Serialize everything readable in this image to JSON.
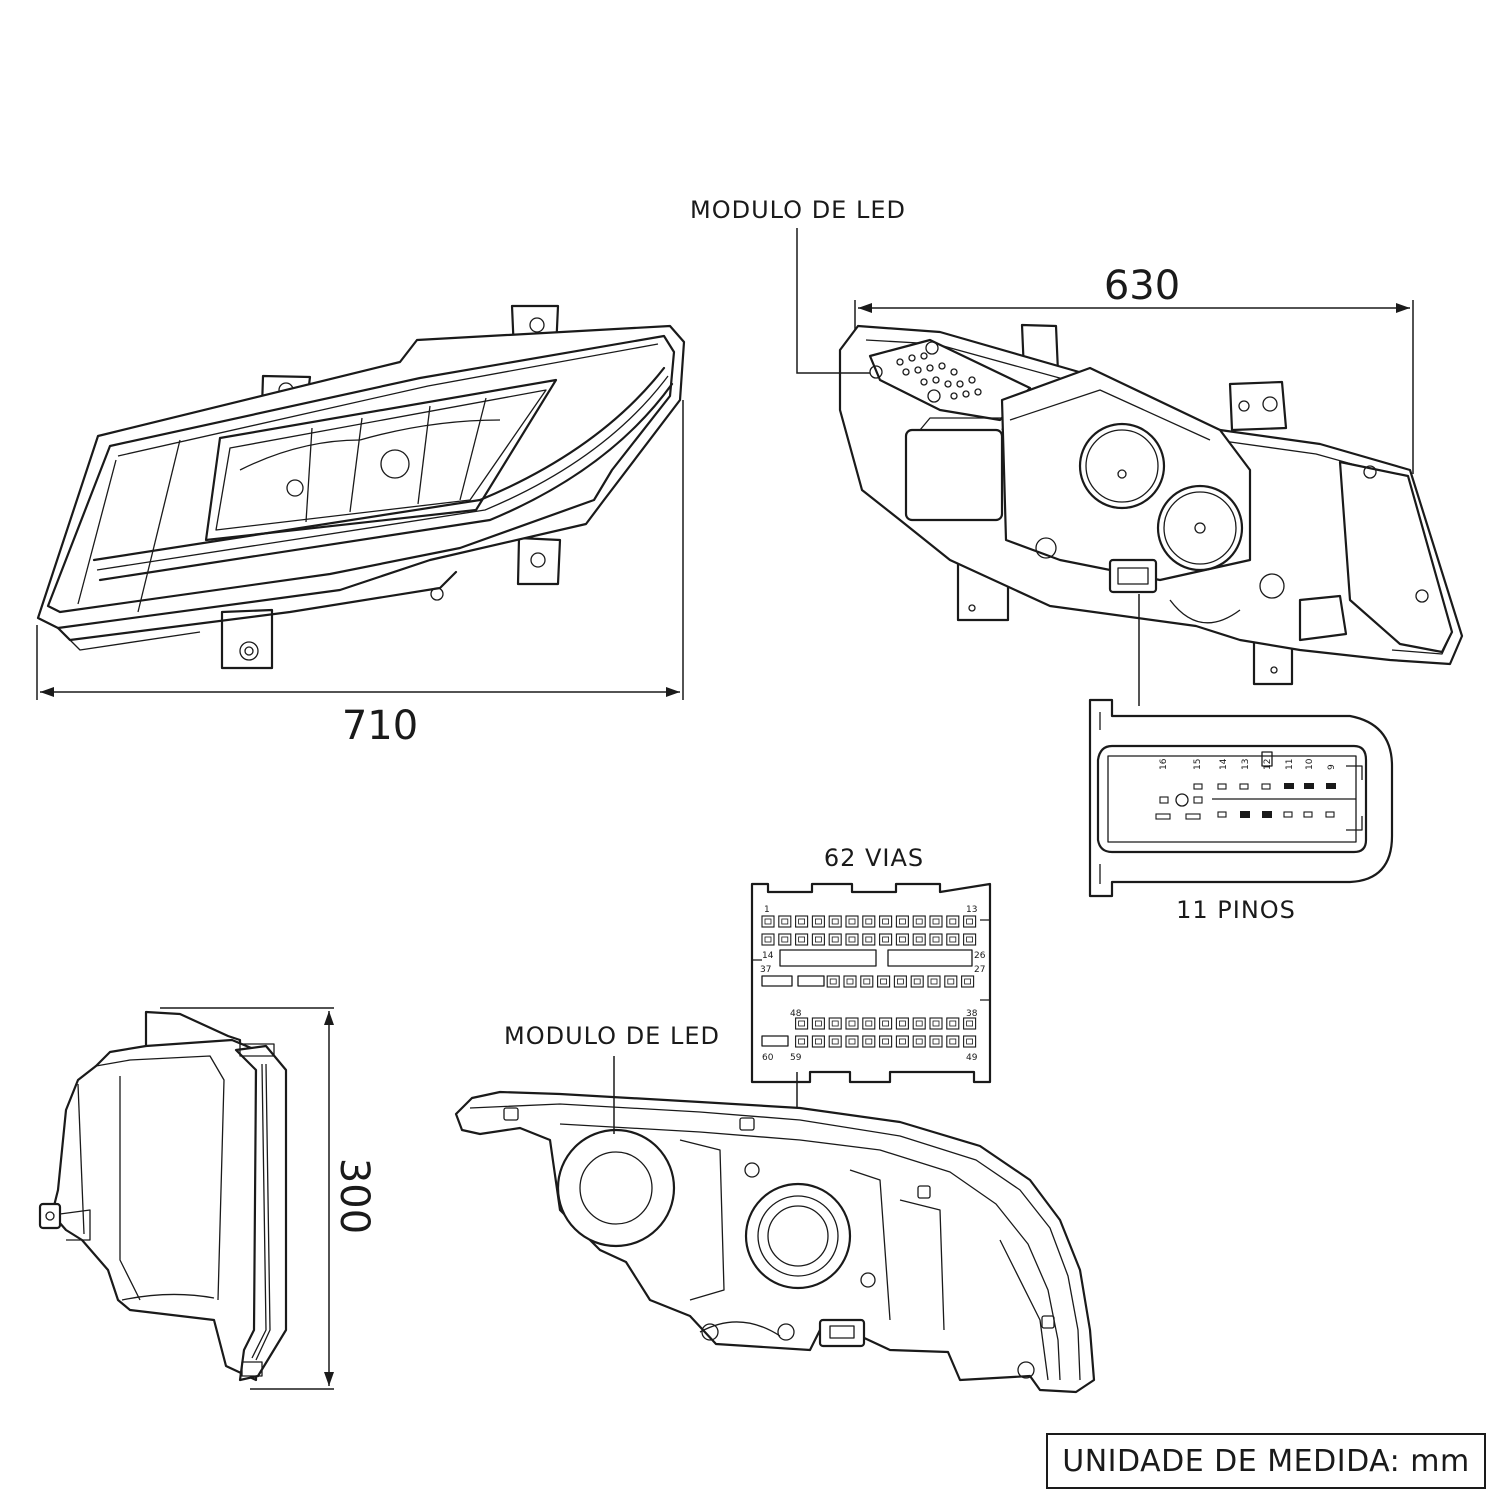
{
  "dimensions": {
    "width_front": "710",
    "width_rear": "630",
    "height_side": "300"
  },
  "labels": {
    "led_module_top": "MODULO DE LED",
    "led_module_bottom": "MODULO DE LED",
    "connector_62": "62 VIAS",
    "connector_11": "11 PINOS"
  },
  "connector_11_pins": [
    "16",
    "15",
    "14",
    "13",
    "12",
    "11",
    "10",
    "9"
  ],
  "connector_62_pins": {
    "row1_start": "1",
    "row1_end": "13",
    "row2_start": "14",
    "row2_end": "26",
    "row3_start": "37",
    "row3_end": "27",
    "row4_start": "48",
    "row4_end": "38",
    "row5_start": "60",
    "row5_mid": "59",
    "row5_end": "49"
  },
  "unit_note": "UNIDADE DE MEDIDA: mm"
}
